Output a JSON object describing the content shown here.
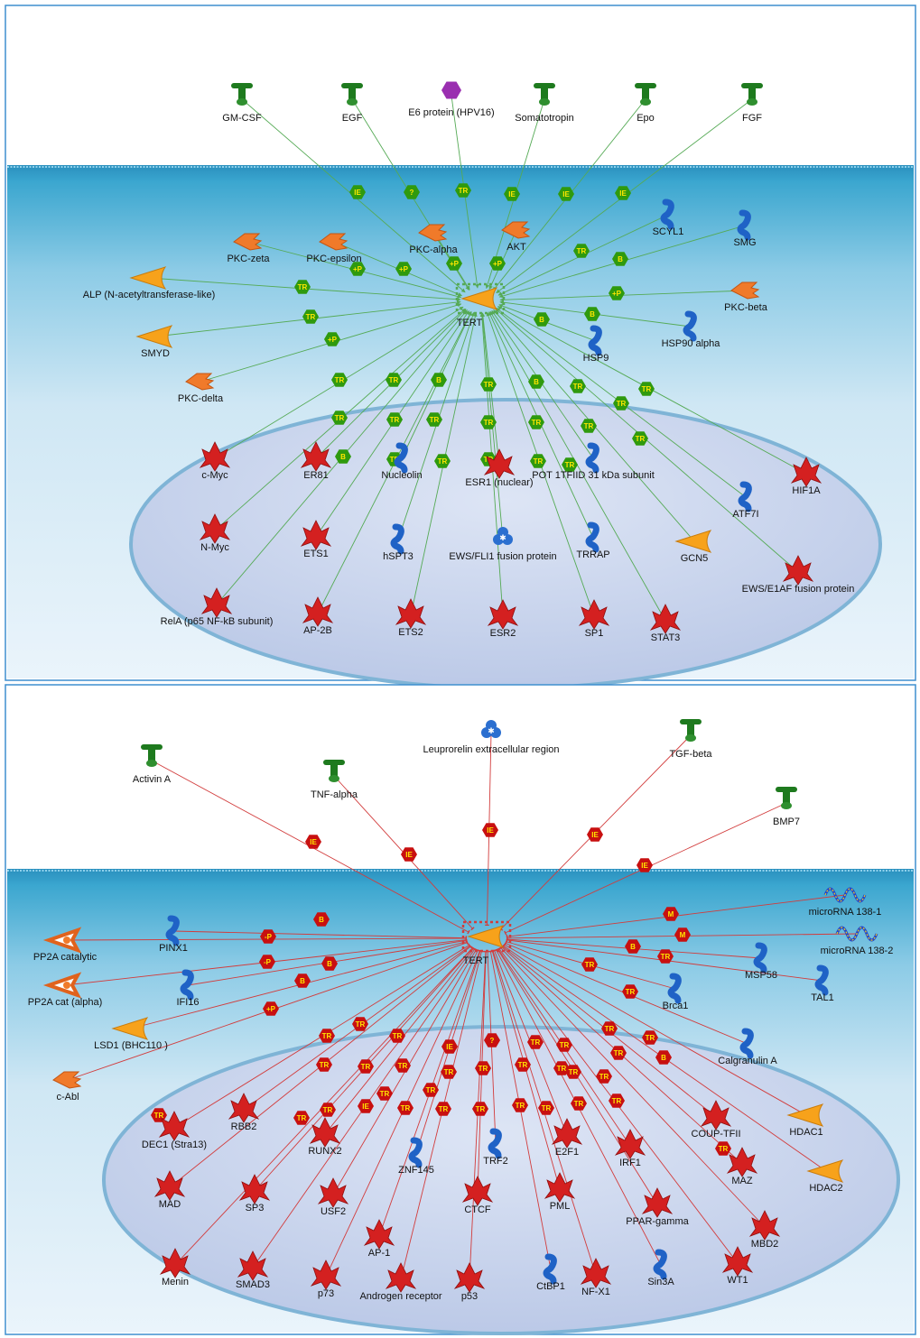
{
  "colors": {
    "activation_edge": "#55aa55",
    "inhibition_edge": "#d23c3c",
    "green_badge": "#2f9a0e",
    "red_badge": "#c81010",
    "membrane": "#3aa6cf",
    "nucleus": "#c8d4ec"
  },
  "panels": [
    {
      "center": {
        "name": "TERT",
        "label": "TERT",
        "shape": "orange-wedge"
      },
      "edge_kind": "activation",
      "nodes": [
        {
          "label": "GM-CSF",
          "shape": "green-ligand"
        },
        {
          "label": "EGF",
          "shape": "green-ligand"
        },
        {
          "label": "E6 protein (HPV16)",
          "shape": "purple-hexagon"
        },
        {
          "label": "Somatotropin",
          "shape": "green-ligand"
        },
        {
          "label": "Epo",
          "shape": "green-ligand"
        },
        {
          "label": "FGF",
          "shape": "green-ligand"
        },
        {
          "label": "PKC-alpha",
          "shape": "orange-kinase"
        },
        {
          "label": "AKT",
          "shape": "orange-kinase"
        },
        {
          "label": "SCYL1",
          "shape": "blue-protein"
        },
        {
          "label": "SMG",
          "shape": "blue-protein"
        },
        {
          "label": "PKC-zeta",
          "shape": "orange-kinase"
        },
        {
          "label": "PKC-epsilon",
          "shape": "orange-kinase"
        },
        {
          "label": "ALP (N-acetyltransferase-like)",
          "shape": "orange-wedge"
        },
        {
          "label": "PKC-beta",
          "shape": "orange-kinase"
        },
        {
          "label": "SMYD",
          "shape": "orange-wedge"
        },
        {
          "label": "HSP90 alpha",
          "shape": "blue-protein"
        },
        {
          "label": "HSP9",
          "shape": "blue-protein"
        },
        {
          "label": "PKC-delta",
          "shape": "orange-kinase"
        },
        {
          "label": "c-Myc",
          "shape": "red-tf"
        },
        {
          "label": "ER81",
          "shape": "red-tf"
        },
        {
          "label": "Nucleolin",
          "shape": "blue-protein"
        },
        {
          "label": "ESR1 (nuclear)",
          "shape": "red-tf"
        },
        {
          "label": "POT 1TFIID 31 kDa subunit",
          "shape": "blue-protein"
        },
        {
          "label": "HIF1A",
          "shape": "red-tf"
        },
        {
          "label": "ATF7I",
          "shape": "blue-protein"
        },
        {
          "label": "N-Myc",
          "shape": "red-tf"
        },
        {
          "label": "ETS1",
          "shape": "red-tf"
        },
        {
          "label": "hSPT3",
          "shape": "blue-protein"
        },
        {
          "label": "EWS/FLI1 fusion protein",
          "shape": "blue-complex"
        },
        {
          "label": "TRRAP",
          "shape": "blue-protein"
        },
        {
          "label": "GCN5",
          "shape": "orange-wedge"
        },
        {
          "label": "EWS/E1AF fusion protein",
          "shape": "red-tf"
        },
        {
          "label": "RelA (p65 NF-kB subunit)",
          "shape": "red-tf"
        },
        {
          "label": "AP-2B",
          "shape": "red-tf"
        },
        {
          "label": "ETS2",
          "shape": "red-tf"
        },
        {
          "label": "ESR2",
          "shape": "red-tf"
        },
        {
          "label": "SP1",
          "shape": "red-tf"
        },
        {
          "label": "STAT3",
          "shape": "red-tf"
        }
      ],
      "badges": [
        "IE",
        "?",
        "TR",
        "IE",
        "IE",
        "IE",
        "TR",
        "B",
        "+P",
        "+P",
        "+P",
        "+P",
        "TR",
        "+P",
        "TR",
        "B",
        "B",
        "+P",
        "TR",
        "TR",
        "B",
        "TR",
        "B",
        "TR",
        "TR",
        "TR",
        "TR",
        "TR",
        "TR",
        "TR",
        "TR",
        "TR",
        "TR",
        "B",
        "TR",
        "TR",
        "TR",
        "TR",
        "TR",
        "TR",
        "TR"
      ]
    },
    {
      "center": {
        "name": "TERT",
        "label": "TERT",
        "shape": "orange-wedge"
      },
      "edge_kind": "inhibition",
      "nodes": [
        {
          "label": "Activin A",
          "shape": "green-ligand"
        },
        {
          "label": "Leuprorelin extracellular region",
          "shape": "blue-complex"
        },
        {
          "label": "TGF-beta",
          "shape": "green-ligand"
        },
        {
          "label": "TNF-alpha",
          "shape": "green-ligand"
        },
        {
          "label": "BMP7",
          "shape": "green-ligand"
        },
        {
          "label": "PINX1",
          "shape": "blue-protein"
        },
        {
          "label": "microRNA 138-1",
          "shape": "rna"
        },
        {
          "label": "PP2A catalytic",
          "shape": "orange-phosphatase"
        },
        {
          "label": "microRNA 138-2",
          "shape": "rna"
        },
        {
          "label": "MSP58",
          "shape": "blue-protein"
        },
        {
          "label": "PP2A cat (alpha)",
          "shape": "orange-phosphatase"
        },
        {
          "label": "IFI16",
          "shape": "blue-protein"
        },
        {
          "label": "TAL1",
          "shape": "blue-protein"
        },
        {
          "label": "Brca1",
          "shape": "blue-protein"
        },
        {
          "label": "LSD1 (BHC110 )",
          "shape": "orange-wedge"
        },
        {
          "label": "Calgranulin A",
          "shape": "blue-protein"
        },
        {
          "label": "c-Abl",
          "shape": "orange-kinase"
        },
        {
          "label": "DEC1 (Stra13)",
          "shape": "red-tf"
        },
        {
          "label": "RBB2",
          "shape": "red-tf"
        },
        {
          "label": "RUNX2",
          "shape": "red-tf"
        },
        {
          "label": "E2F1",
          "shape": "red-tf"
        },
        {
          "label": "IRF1",
          "shape": "red-tf"
        },
        {
          "label": "COUP-TFII",
          "shape": "red-tf"
        },
        {
          "label": "HDAC1",
          "shape": "orange-wedge"
        },
        {
          "label": "ZNF145",
          "shape": "blue-protein"
        },
        {
          "label": "TRF2",
          "shape": "blue-protein"
        },
        {
          "label": "MAZ",
          "shape": "red-tf"
        },
        {
          "label": "HDAC2",
          "shape": "orange-wedge"
        },
        {
          "label": "MAD",
          "shape": "red-tf"
        },
        {
          "label": "SP3",
          "shape": "red-tf"
        },
        {
          "label": "USF2",
          "shape": "red-tf"
        },
        {
          "label": "CTCF",
          "shape": "red-tf"
        },
        {
          "label": "PML",
          "shape": "red-tf"
        },
        {
          "label": "PPAR-gamma",
          "shape": "red-tf"
        },
        {
          "label": "MBD2",
          "shape": "red-tf"
        },
        {
          "label": "AP-1",
          "shape": "red-tf"
        },
        {
          "label": "Menin",
          "shape": "red-tf"
        },
        {
          "label": "SMAD3",
          "shape": "red-tf"
        },
        {
          "label": "p73",
          "shape": "red-tf"
        },
        {
          "label": "Androgen receptor",
          "shape": "red-tf"
        },
        {
          "label": "p53",
          "shape": "red-tf"
        },
        {
          "label": "CtBP1",
          "shape": "blue-protein"
        },
        {
          "label": "NF-X1",
          "shape": "red-tf"
        },
        {
          "label": "Sin3A",
          "shape": "blue-protein"
        },
        {
          "label": "WT1",
          "shape": "red-tf"
        }
      ],
      "badges": [
        "IE",
        "IE",
        "IE",
        "IE",
        "IE",
        "B",
        "M",
        "M",
        "-P",
        "-P",
        "B",
        "B",
        "TR",
        "TR",
        "TR",
        "B",
        "+P",
        "TR",
        "TR",
        "TR",
        "IE",
        "?",
        "TR",
        "TR",
        "TR",
        "TR",
        "TR",
        "TR",
        "TR",
        "TR",
        "TR",
        "TR",
        "TR",
        "TR",
        "B",
        "TR",
        "TR",
        "TR",
        "IE",
        "TR",
        "TR",
        "TR",
        "TR",
        "TR",
        "TR",
        "TR",
        "TR",
        "TR",
        "TR",
        "TR",
        "TR"
      ]
    }
  ]
}
